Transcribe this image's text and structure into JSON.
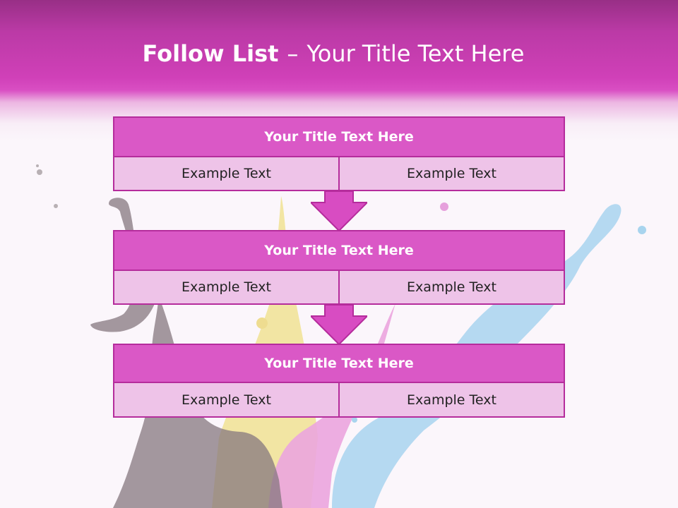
{
  "slide": {
    "title_bold": "Follow List",
    "title_separator": "–",
    "title_rest": "Your Title Text Here"
  },
  "colors": {
    "header_top": "#982f86",
    "header_main": "#d040b8",
    "block_title": "#da58c6",
    "block_border": "#b52c9c",
    "cell_fill": "#eec3e8",
    "arrow_fill": "#d84cc2"
  },
  "blocks": [
    {
      "title": "Your Title Text Here",
      "left": "Example Text",
      "right": "Example Text"
    },
    {
      "title": "Your Title Text Here",
      "left": "Example Text",
      "right": "Example Text"
    },
    {
      "title": "Your Title Text Here",
      "left": "Example Text",
      "right": "Example Text"
    }
  ],
  "icons": {
    "arrow": "down-arrow-icon"
  }
}
